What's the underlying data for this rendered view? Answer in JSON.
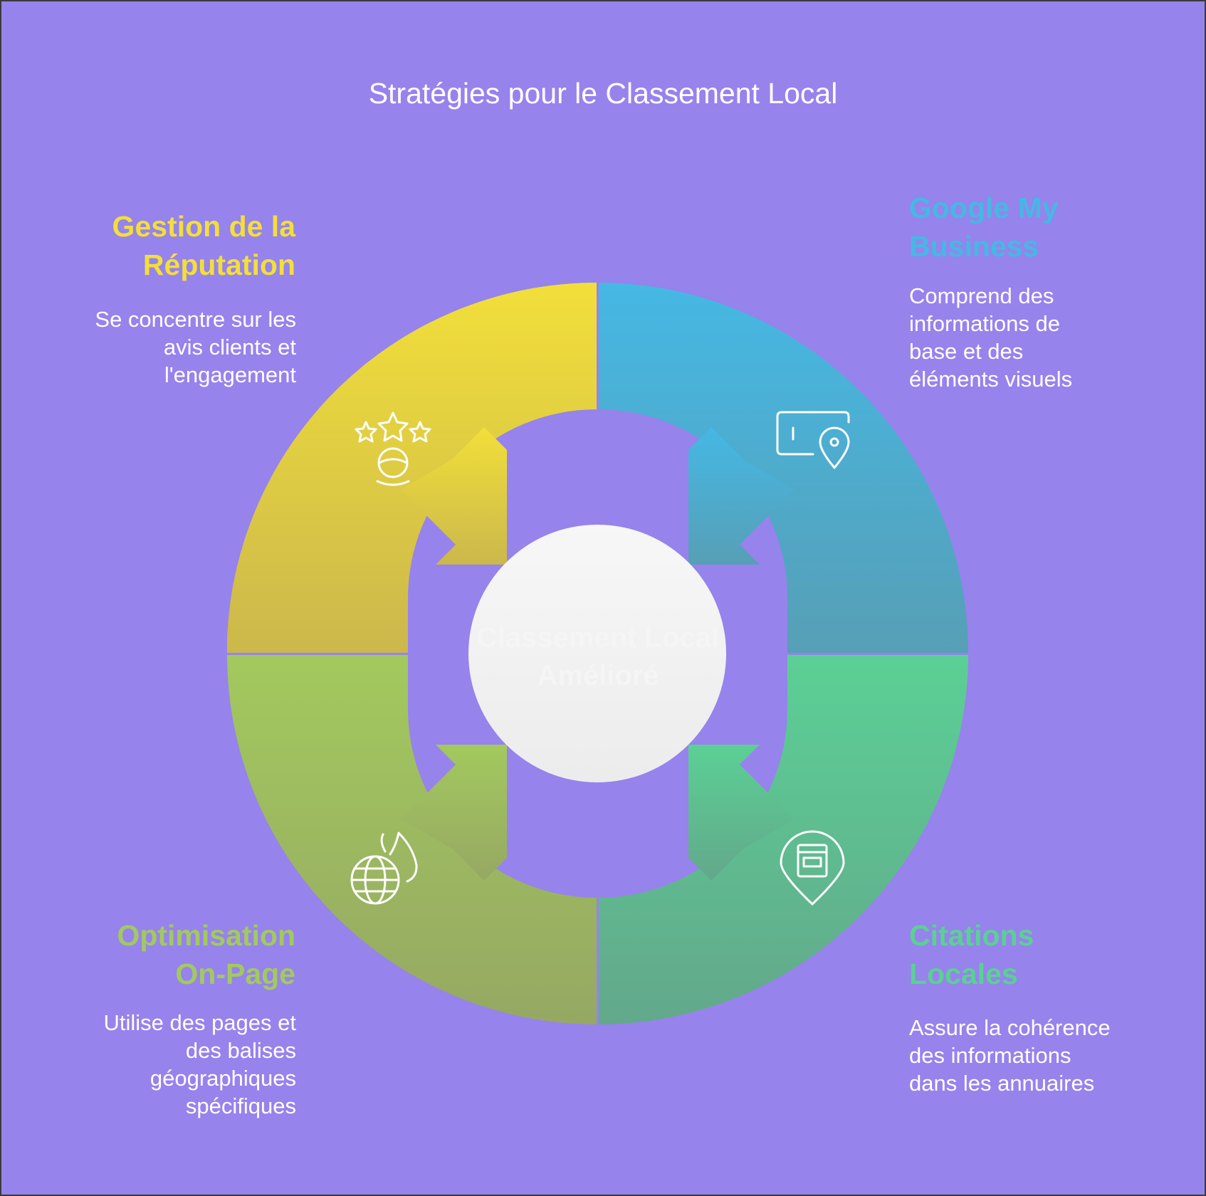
{
  "title": "Stratégies pour le Classement Local",
  "center_label": "Classement Local Amélioré",
  "colors": {
    "background": "#9683ec",
    "reputation": "#f2df3a",
    "google": "#45b8e4",
    "citations": "#5bd095",
    "onpage": "#a3c95e",
    "center": "#f2f2f2"
  },
  "sections": {
    "reputation": {
      "heading_line1": "Gestion de la",
      "heading_line2": "Réputation",
      "desc_line1": "Se concentre sur les",
      "desc_line2": "avis clients et",
      "desc_line3": "l'engagement",
      "icon": "star-rating-person-icon"
    },
    "google": {
      "heading_line1": "Google My",
      "heading_line2": "Business",
      "desc_line1": "Comprend des",
      "desc_line2": "informations de",
      "desc_line3": "base et des",
      "desc_line4": "éléments visuels",
      "icon": "map-pin-card-icon"
    },
    "citations": {
      "heading_line1": "Citations",
      "heading_line2": "Locales",
      "desc_line1": "Assure la cohérence",
      "desc_line2": "des informations",
      "desc_line3": "dans les annuaires",
      "icon": "location-directory-icon"
    },
    "onpage": {
      "heading_line1": "Optimisation",
      "heading_line2": "On-Page",
      "desc_line1": "Utilise des pages et",
      "desc_line2": "des balises",
      "desc_line3": "géographiques",
      "desc_line4": "spécifiques",
      "icon": "globe-flame-icon"
    }
  }
}
